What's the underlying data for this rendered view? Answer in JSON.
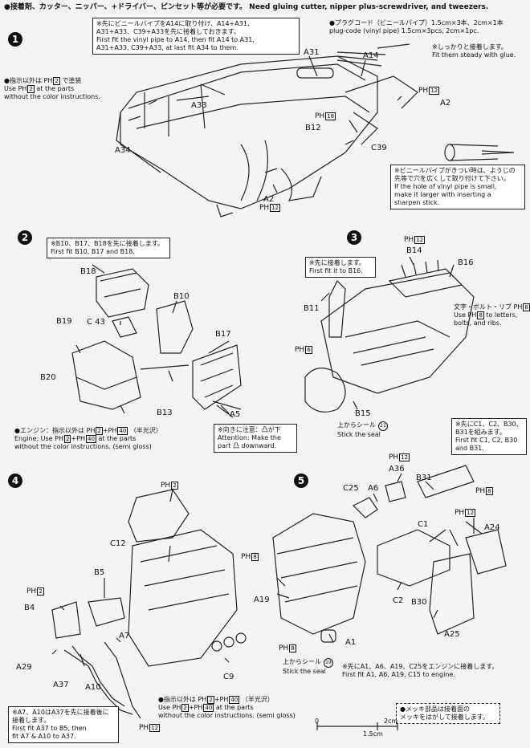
{
  "header": {
    "text": "●接着剤、カッター、ニッパー、+ドライバー、ピンセット等が必要です。 Need gluing cutter, nipper plus-screwdriver, and tweezers."
  },
  "general_note": {
    "jp": "●指示以外は",
    "paint": "2",
    "jp_suffix": "で塗装",
    "line1": "Use",
    "line1b": "at the parts",
    "line2": "without the color instructions."
  },
  "steps": {
    "s1": {
      "number": "1",
      "note_main": [
        "※先にビニールパイプをA14に取り付け、A14+A31、",
        "A31+A33、C39+A33を先に接着しておきます。",
        "First fit the vinyl pipe to A14, then fit A14 to A31,",
        "A31+A33, C39+A33, at last fit A34 to them."
      ],
      "plug_note": [
        "●プラグコード（ビニールパイプ）1.5cm×3本、2cm×1本",
        "plug-code (vinyl pipe) 1.5cm×3pcs, 2cm×1pc."
      ],
      "glue_note": [
        "※しっかりと接着します。",
        "Fit them steady with glue."
      ],
      "hole_note": [
        "※ビニールパイプがきつい時は、ようじの",
        "先等で穴を広くして取り付けて下さい。",
        "If the hole of vinyl pipe is small,",
        "make it larger with inserting a",
        "sharpen stick."
      ],
      "labels": {
        "a31": "A31",
        "a14": "A14",
        "a33": "A33",
        "a34": "A34",
        "a2a": "A2",
        "a2b": "A2",
        "b12": "B12",
        "c39": "C39"
      },
      "paints": {
        "p1": "12",
        "p2": "18",
        "p3": "12"
      }
    },
    "s2": {
      "number": "2",
      "note": [
        "※B10、B17、B18を先に接着します。",
        "First fit B10, B17 and B18."
      ],
      "labels": {
        "b18": "B18",
        "b10": "B10",
        "c43": "C 43",
        "b19": "B19",
        "b17": "B17",
        "b20": "B20",
        "b13": "B13",
        "a5": "A5"
      },
      "engine_note": [
        "●エンジン：指示以外は",
        "Engine: Use",
        "at the parts",
        "without the color instructions. (semi gloss)"
      ],
      "engine_paint_a": "2",
      "engine_paint_b": "40",
      "engine_jp_suffix": "（半光沢）",
      "attention": [
        "※向きに注意：凸が下",
        "Attention: Make the",
        "part 凸 downward."
      ]
    },
    "s3": {
      "number": "3",
      "note": [
        "※先に接着します。",
        "First fit it to B16."
      ],
      "labels": {
        "b14": "B14",
        "b16": "B16",
        "b11": "B11",
        "b15": "B15"
      },
      "paints": {
        "p1": "12",
        "p2": "6",
        "p3": "8"
      },
      "rib_note": [
        "文字・ボルト・リブ",
        "Use",
        "to letters,",
        "bolts, and ribs."
      ],
      "seal_note": [
        "上からシール",
        "Stick the seal"
      ],
      "seal_num": "21"
    },
    "s4": {
      "number": "4",
      "labels": {
        "c12": "C12",
        "b5": "B5",
        "b4": "B4",
        "a29": "A29",
        "a37": "A37",
        "a10": "A10",
        "a7": "A7",
        "c9": "C9"
      },
      "paints": {
        "p1": "2",
        "p2": "2",
        "p3": "12"
      },
      "note": [
        "※A7、A10はA37を先に接着後に",
        "接着します。",
        "First fit A37 to B5, then",
        "fit A7 & A10 to A37."
      ],
      "bottom_note": [
        "●指示以外は",
        "（半光沢）",
        "Use",
        "at the parts",
        "without the color instructions. (semi gloss)"
      ],
      "bottom_paint_a": "2",
      "bottom_paint_b": "40"
    },
    "s5": {
      "number": "5",
      "labels": {
        "a36": "A36",
        "c25": "C25",
        "a6": "A6",
        "b31": "B31",
        "c1": "C1",
        "a24": "A24",
        "a19": "A19",
        "c2": "C2",
        "b30": "B30",
        "a25": "A25",
        "a1": "A1"
      },
      "paints": {
        "p1": "12",
        "p2": "8",
        "p3": "12",
        "p4": "8",
        "p5": "8"
      },
      "note": [
        "※先にC1、C2、B30、",
        "B31を組みます。",
        "First fit C1, C2, B30",
        "and B31."
      ],
      "engine_note": [
        "※先にA1、A6、A19、C25をエンジンに接着します。",
        "First fit A1, A6, A19, C15 to engine."
      ],
      "seal_note": [
        "上からシール",
        "Stick the seal"
      ],
      "seal_num": "19"
    }
  },
  "chrome_note": [
    "●メッキ部品は接着面の",
    "メッキをはがして接着します。"
  ],
  "scale": {
    "zero": "0",
    "mid": "1.5cm",
    "end": "2cm"
  },
  "ph_prefix": "PH"
}
